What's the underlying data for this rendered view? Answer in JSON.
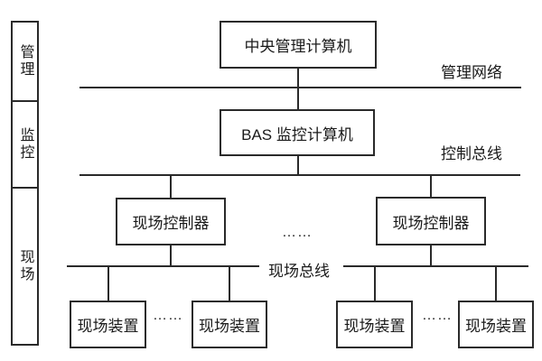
{
  "colors": {
    "line": "#2a2a2a",
    "background": "#ffffff",
    "text": "#1a1a1a"
  },
  "sidebar": {
    "levels": [
      {
        "label": "管理"
      },
      {
        "label": "监控"
      },
      {
        "label": "现场"
      }
    ]
  },
  "nodes": {
    "central_computer": "中央管理计算机",
    "bas_computer": "BAS 监控计算机",
    "controllers": [
      {
        "label": "现场控制器"
      },
      {
        "label": "现场控制器"
      }
    ],
    "devices": [
      {
        "label": "现场装置"
      },
      {
        "label": "现场装置"
      },
      {
        "label": "现场装置"
      },
      {
        "label": "现场装置"
      }
    ]
  },
  "buses": {
    "management_network": "管理网络",
    "control_bus": "控制总线",
    "field_bus": "现场总线"
  },
  "ellipsis": {
    "between_controllers": "……",
    "between_devices_left": "……",
    "between_devices_right": "……"
  }
}
